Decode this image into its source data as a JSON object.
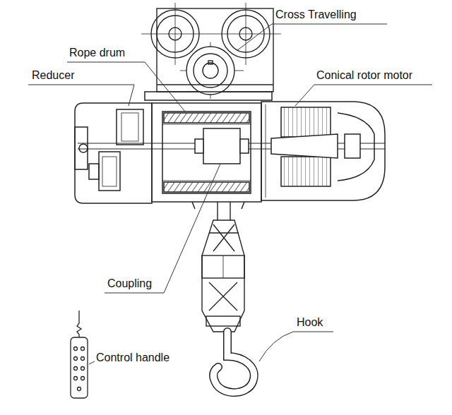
{
  "diagram": {
    "labels": [
      "Cross Travelling",
      "Rope drum",
      "Reducer",
      "Conical rotor motor",
      "Coupling",
      "Hook",
      "Control handle"
    ]
  }
}
